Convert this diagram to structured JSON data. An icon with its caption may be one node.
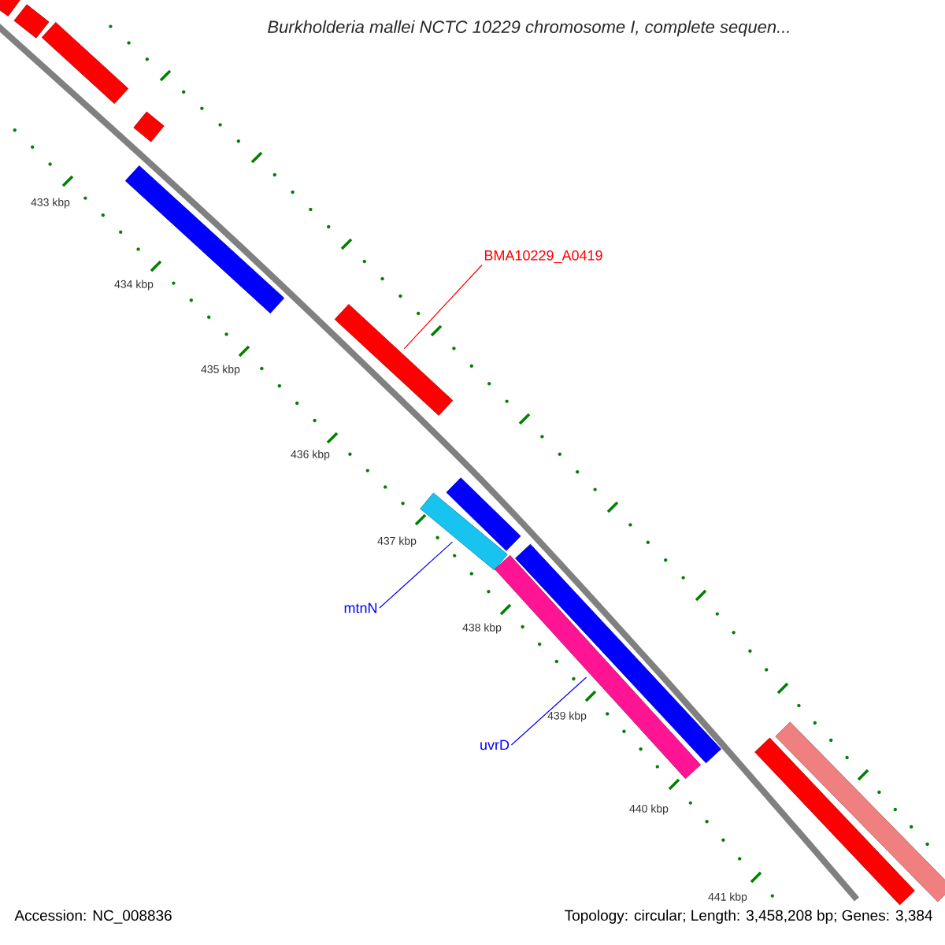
{
  "diagram": {
    "title": "Burkholderia mallei NCTC 10229 chromosome I, complete sequen...",
    "nodes": [
      {
        "text": [
          "BMA10229_A0419"
        ]
      },
      {
        "text": [],
        "shape": "bar"
      },
      {
        "text": [
          "mtnN"
        ]
      },
      {
        "text": [],
        "shape": "bar"
      },
      {
        "text": [
          "uvrD"
        ]
      },
      {
        "text": [],
        "shape": "bar"
      },
      {
        "text": [],
        "shape": "bar"
      },
      {
        "text": [],
        "shape": "bar"
      },
      {
        "text": [],
        "shape": "bar"
      },
      {
        "text": [],
        "shape": "bar"
      },
      {
        "text": [],
        "shape": "bar"
      },
      {
        "text": [],
        "shape": "bar"
      },
      {
        "text": [],
        "shape": "bar"
      },
      {
        "text": [],
        "shape": "bar"
      },
      {
        "text": [],
        "shape": "bar"
      }
    ],
    "edges": [
      {
        "from": 0,
        "to": 1,
        "arrow": "none",
        "color": "#ff0000"
      },
      {
        "from": 2,
        "to": 3,
        "arrow": "none"
      },
      {
        "from": 4,
        "to": 5,
        "arrow": "none"
      }
    ],
    "labels": [
      "433 kbp",
      "434 kbp",
      "435 kbp",
      "436 kbp",
      "437 kbp",
      "438 kbp",
      "439 kbp",
      "440 kbp",
      "441 kbp",
      "Accession: NC_008836",
      "Topology: circular; Length: 3,458,208 bp; Genes: 3,384"
    ]
  }
}
